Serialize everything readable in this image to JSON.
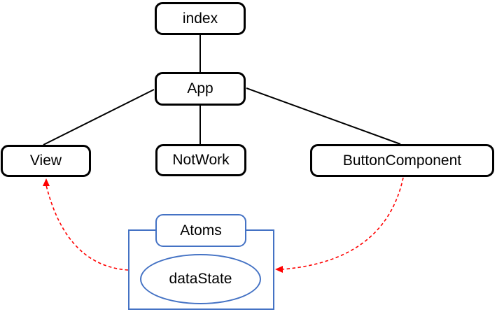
{
  "diagram": {
    "title": "component-tree-diagram",
    "nodes": {
      "index": {
        "label": "index"
      },
      "app": {
        "label": "App"
      },
      "view": {
        "label": "View"
      },
      "notwork": {
        "label": "NotWork"
      },
      "button_component": {
        "label": "ButtonComponent"
      },
      "atoms": {
        "label": "Atoms"
      },
      "data_state": {
        "label": "dataState"
      }
    },
    "edges": [
      {
        "from": "index",
        "to": "App",
        "style": "solid-line"
      },
      {
        "from": "App",
        "to": "View",
        "style": "solid-line"
      },
      {
        "from": "App",
        "to": "NotWork",
        "style": "solid-line"
      },
      {
        "from": "App",
        "to": "ButtonComponent",
        "style": "solid-line"
      },
      {
        "from": "dataState",
        "to": "View",
        "style": "dashed-arrow"
      },
      {
        "from": "ButtonComponent",
        "to": "dataState",
        "style": "dashed-arrow"
      }
    ],
    "colors": {
      "node_border": "#000000",
      "node_fill": "#FFFFFF",
      "blue_accent": "#4472C4",
      "arrow_red": "#FF0000",
      "text": "#000000",
      "background": "#FFFFFF"
    }
  }
}
